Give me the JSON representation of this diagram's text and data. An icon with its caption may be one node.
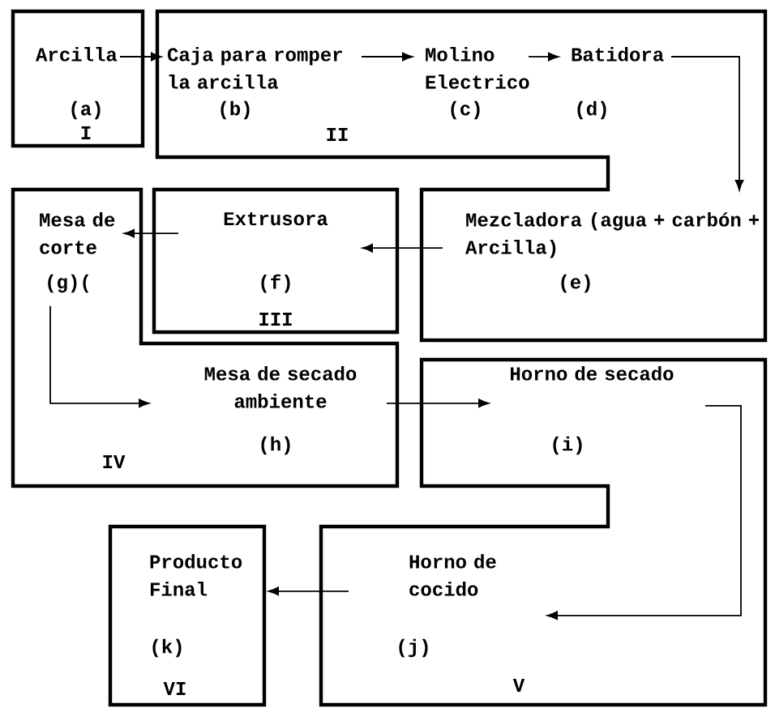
{
  "diagram": {
    "nodes": [
      {
        "text": [
          "I"
        ]
      },
      {
        "text": [
          "Arcilla",
          "(a)"
        ],
        "in": 0
      },
      {
        "text": [
          "II"
        ]
      },
      {
        "text": [
          "Caja para romper la arcilla",
          "(b)"
        ],
        "in": 2
      },
      {
        "text": [
          "Molino Electrico",
          "(c)"
        ],
        "in": 2
      },
      {
        "text": [
          "Batidora",
          "(d)"
        ],
        "in": 2
      },
      {
        "text": [
          "Mezcladora (agua + carbón + Arcilla)",
          "(e)"
        ],
        "in": 2
      },
      {
        "text": [
          "III"
        ]
      },
      {
        "text": [
          "Extrusora",
          "(f)"
        ],
        "in": 7
      },
      {
        "text": [
          "IV"
        ]
      },
      {
        "text": [
          "Mesa de corte",
          "(g)("
        ],
        "in": 9
      },
      {
        "text": [
          "Mesa de secado ambiente",
          "(h)"
        ],
        "in": 9
      },
      {
        "text": [
          "V"
        ]
      },
      {
        "text": [
          "Horno de secado",
          "(i)"
        ],
        "in": 12
      },
      {
        "text": [
          "Horno de cocido",
          "(j)"
        ],
        "in": 12
      },
      {
        "text": [
          "VI"
        ]
      },
      {
        "text": [
          "Producto Final",
          "(k)"
        ],
        "in": 15
      }
    ],
    "edges": [
      {
        "from": 1,
        "to": 3,
        "arrow": "to"
      },
      {
        "from": 3,
        "to": 4,
        "arrow": "to"
      },
      {
        "from": 4,
        "to": 5,
        "arrow": "to"
      },
      {
        "from": 5,
        "to": 6,
        "arrow": "to"
      },
      {
        "from": 6,
        "to": 8,
        "arrow": "to"
      },
      {
        "from": 8,
        "to": 10,
        "arrow": "to"
      },
      {
        "from": 10,
        "to": 11,
        "arrow": "to"
      },
      {
        "from": 11,
        "to": 13,
        "arrow": "to"
      },
      {
        "from": 13,
        "to": 14,
        "arrow": "to"
      },
      {
        "from": 14,
        "to": 16,
        "arrow": "to"
      }
    ]
  }
}
